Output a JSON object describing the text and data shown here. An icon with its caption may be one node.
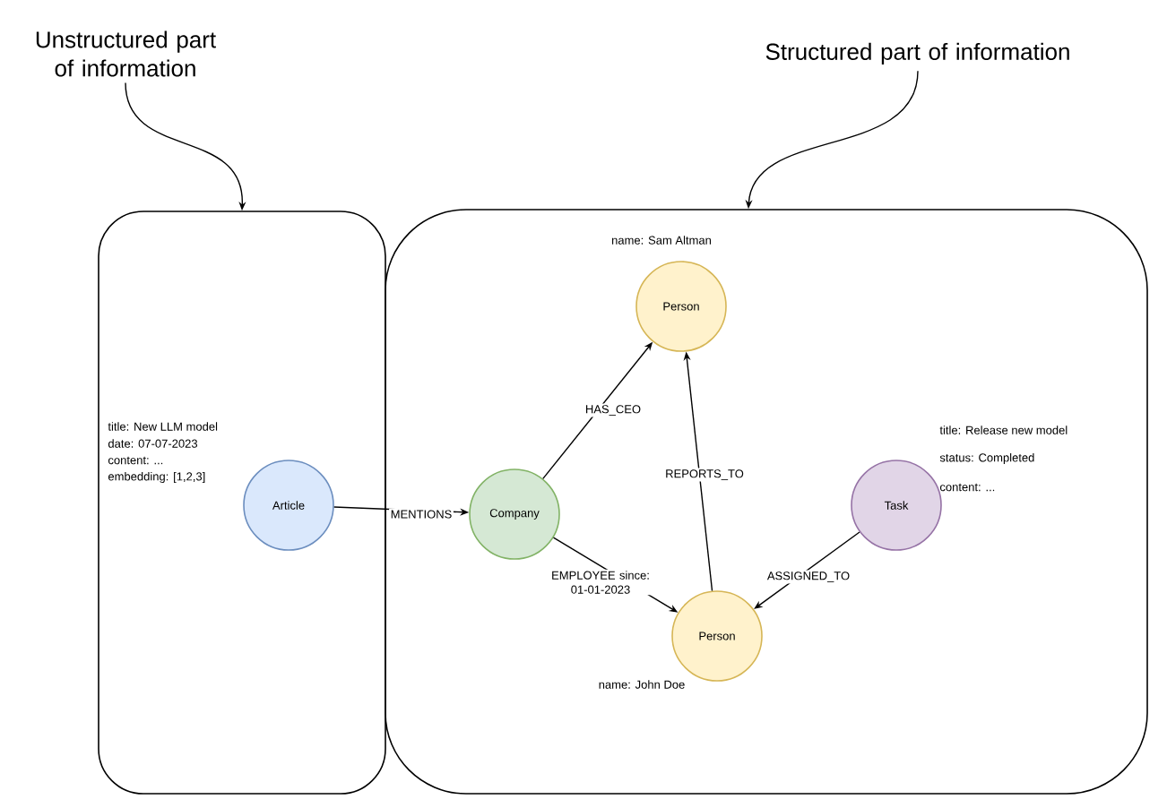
{
  "diagram": {
    "nodes": [
      {
        "text": [
          "Unstructured part of information"
        ]
      },
      {
        "text": [
          "Structured part of information"
        ]
      },
      {
        "text": [],
        "shape": "box"
      },
      {
        "text": [],
        "shape": "box"
      },
      {
        "text": [
          "Article"
        ],
        "in": 2,
        "beside": [
          "title: New LLM model",
          "date: 07-07-2023",
          "content: ...",
          "embedding: [1,2,3]"
        ]
      },
      {
        "text": [
          "Person"
        ],
        "in": 3,
        "beside": [
          "name: Sam Altman"
        ]
      },
      {
        "text": [
          "Company"
        ],
        "in": 3
      },
      {
        "text": [
          "Task"
        ],
        "in": 3,
        "beside": [
          "title: Release new model",
          "status: Completed",
          "content: ..."
        ]
      },
      {
        "text": [
          "Person"
        ],
        "in": 3,
        "beside": [
          "name: John Doe"
        ]
      }
    ],
    "edges": [
      {
        "from": 0,
        "to": 2,
        "arrow": "to"
      },
      {
        "from": 1,
        "to": 3,
        "arrow": "to"
      },
      {
        "from": 4,
        "to": 6,
        "arrow": "to",
        "label": "MENTIONS"
      },
      {
        "from": 6,
        "to": 5,
        "arrow": "to",
        "label": "HAS_CEO"
      },
      {
        "from": 8,
        "to": 5,
        "arrow": "to",
        "label": "REPORTS_TO"
      },
      {
        "from": 6,
        "to": 8,
        "arrow": "to",
        "label": "EMPLOYEE since: 01-01-2023"
      },
      {
        "from": 7,
        "to": 8,
        "arrow": "to",
        "label": "ASSIGNED_TO"
      }
    ]
  }
}
